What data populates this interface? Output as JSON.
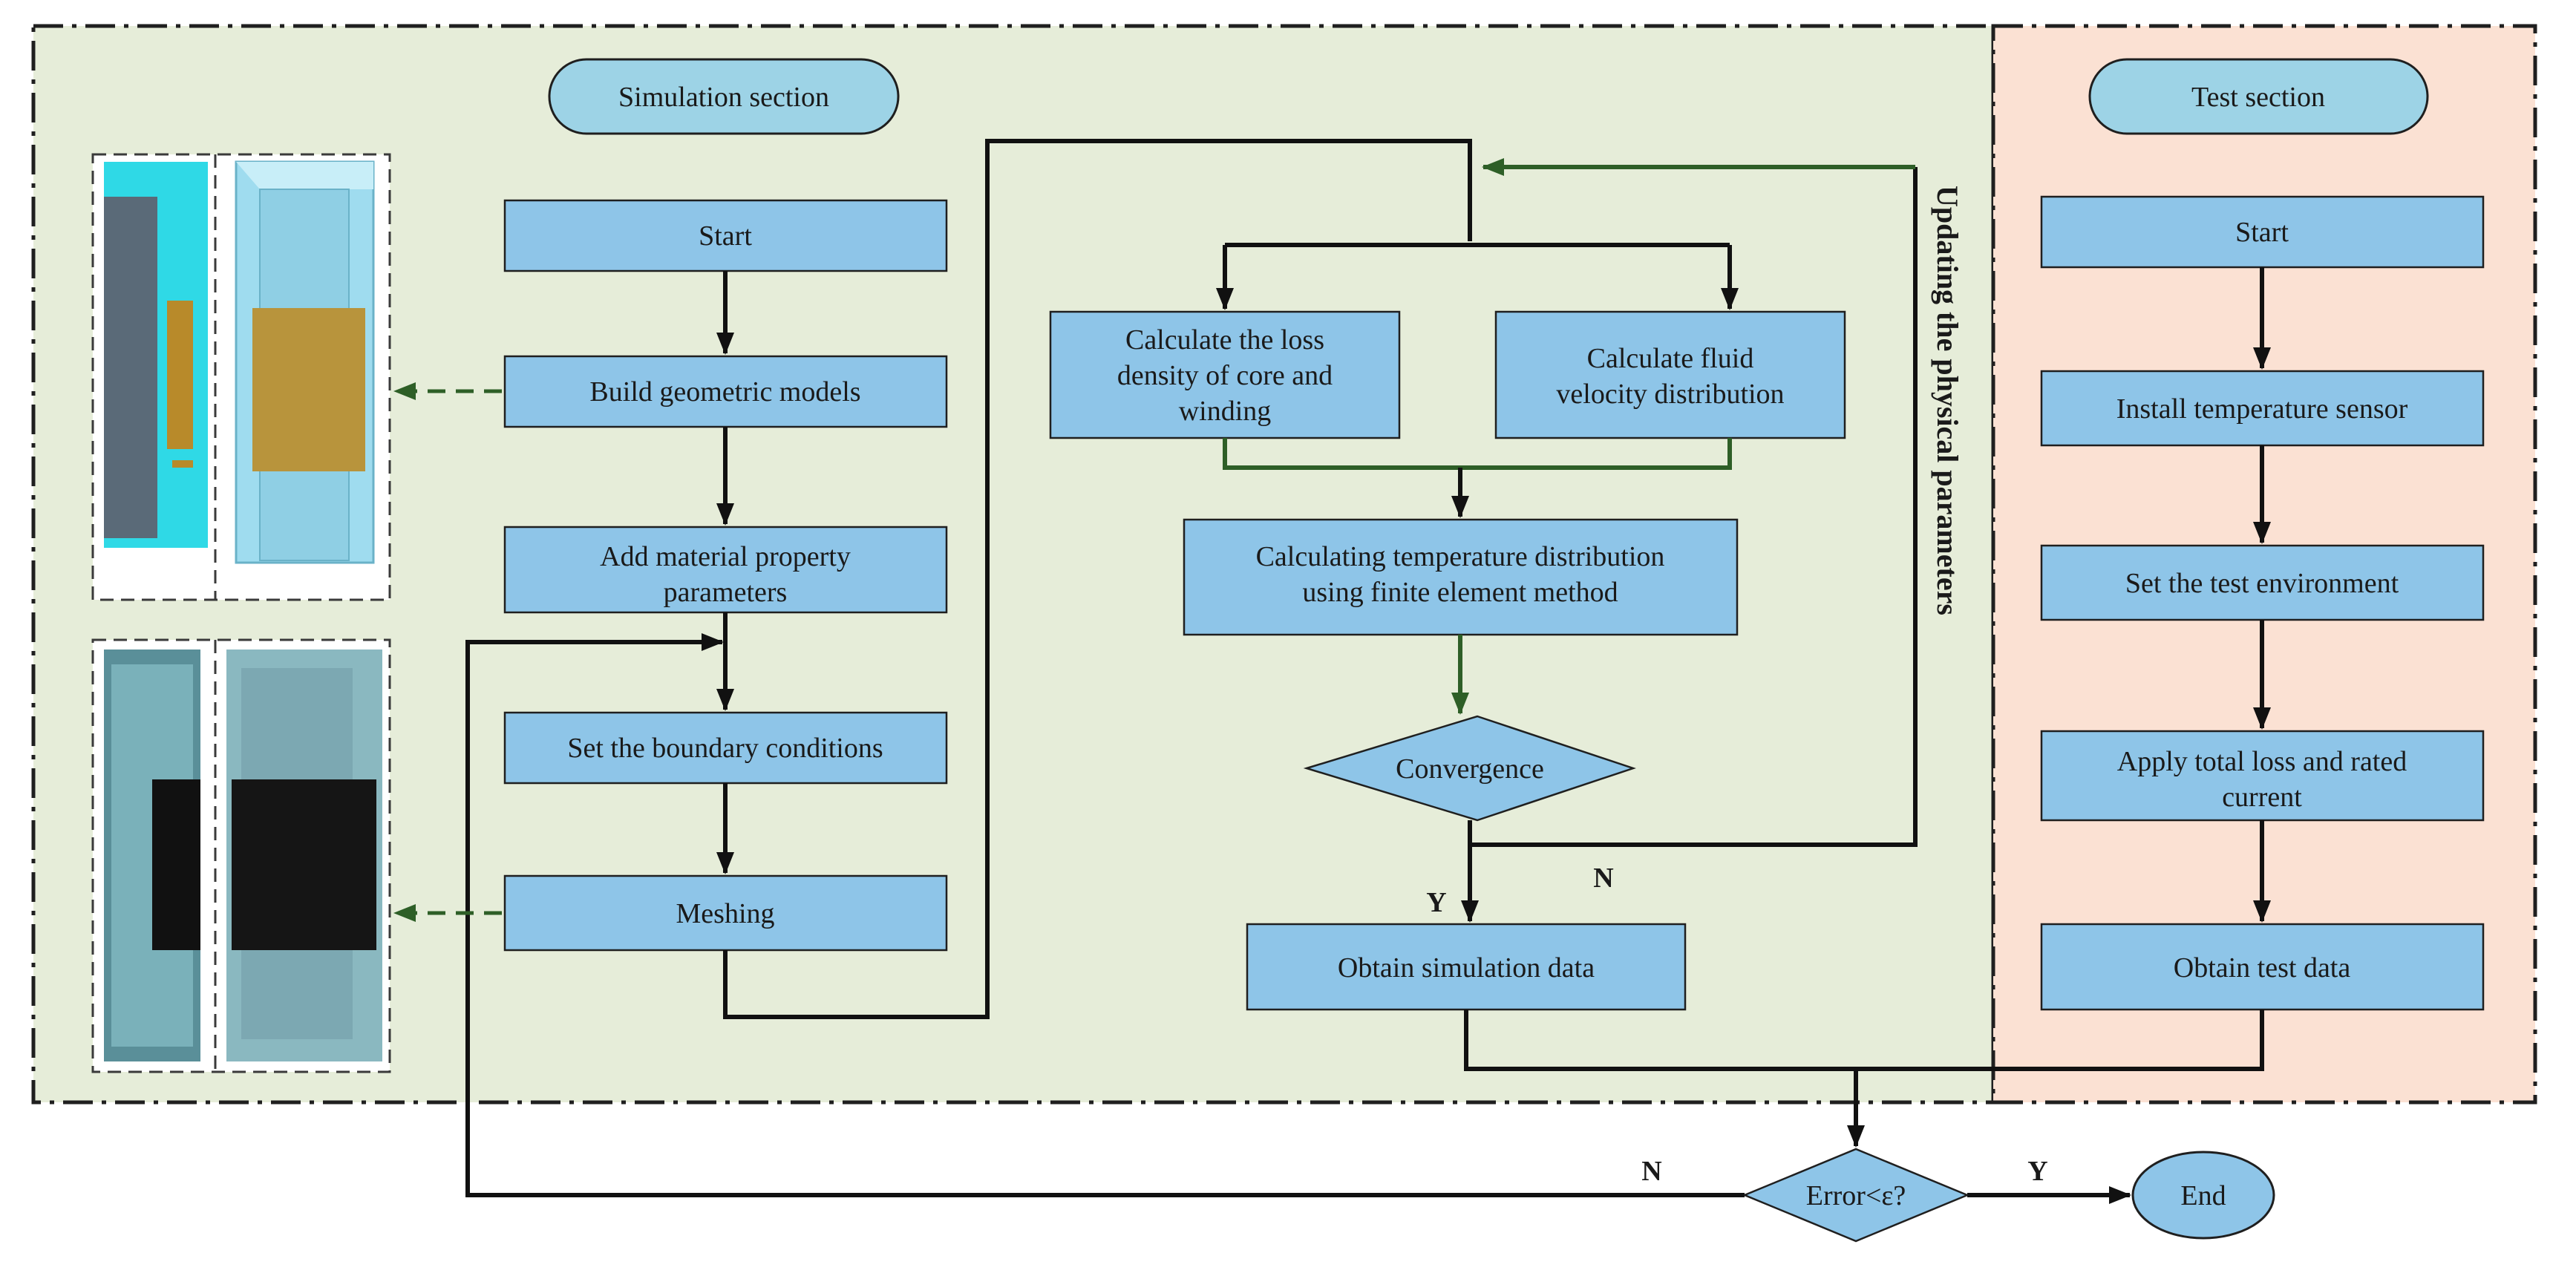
{
  "sections": {
    "simulation_title": "Simulation section",
    "test_title": "Test section",
    "side_label": "Updating the physical parameters"
  },
  "simulation": {
    "start": "Start",
    "build": "Build  geometric models",
    "material": [
      "Add material property",
      "parameters"
    ],
    "boundary": "Set the boundary conditions",
    "meshing": "Meshing",
    "loss": [
      "Calculate the loss",
      "density of core and",
      "winding"
    ],
    "fluid": [
      "Calculate fluid",
      "velocity distribution"
    ],
    "temp": [
      "Calculating temperature distribution",
      "using finite element method"
    ],
    "convergence": "Convergence",
    "obtain_sim": "Obtain simulation data",
    "label_y": "Y",
    "label_n": "N"
  },
  "test": {
    "start": "Start",
    "install": "Install temperature sensor",
    "env": "Set the test environment",
    "apply": [
      "Apply total loss and rated",
      "current"
    ],
    "obtain_test": "Obtain test data"
  },
  "decision": {
    "error": "Error<ε?",
    "label_n": "N",
    "label_y": "Y",
    "end": "End"
  },
  "colors": {
    "simulation_bg": "#e6edd9",
    "test_bg": "#fbe1d3",
    "box_fill": "#8ec5e8",
    "pill_fill": "#9dd3e6",
    "green_arrow": "#2e5f27"
  }
}
